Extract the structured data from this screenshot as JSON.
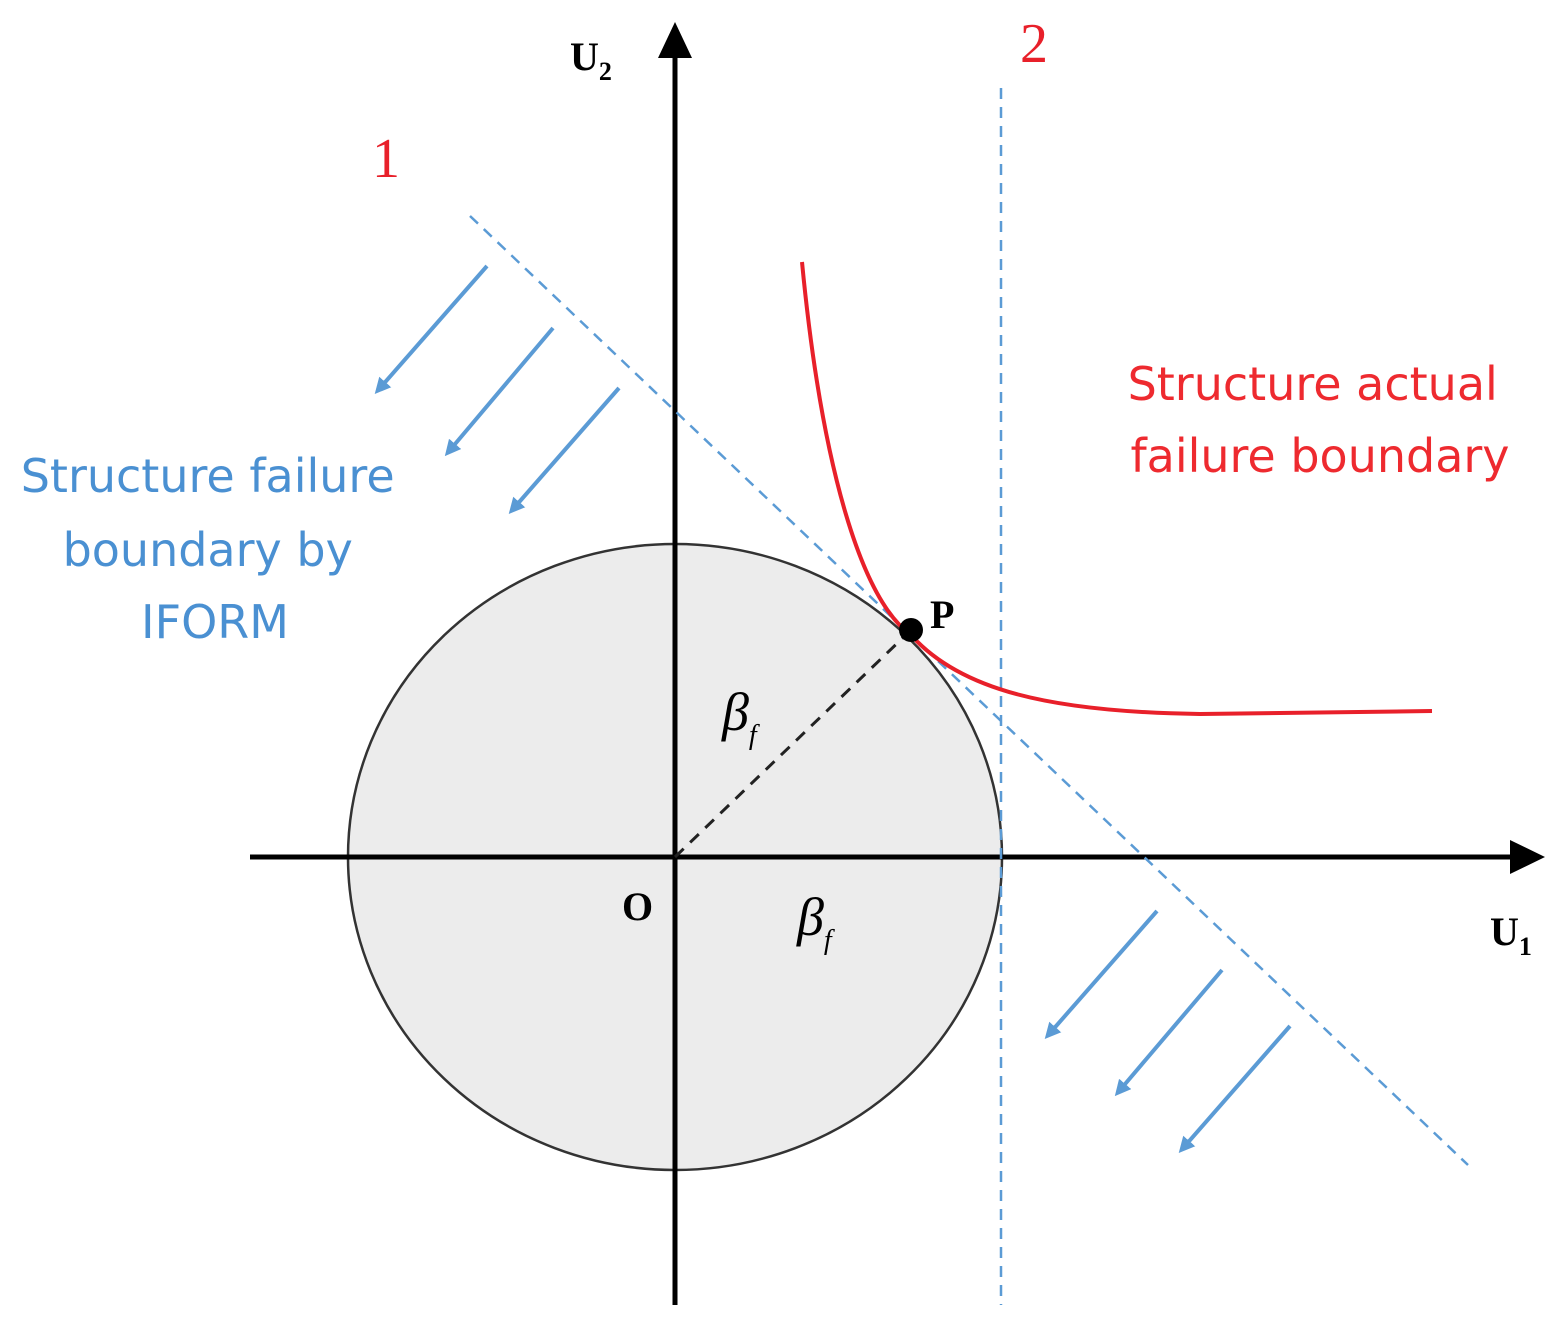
{
  "axes": {
    "x_label": "U",
    "x_subscript": "1",
    "y_label": "U",
    "y_subscript": "2",
    "origin_label": "O"
  },
  "radius_label": {
    "symbol": "β",
    "subscript": "f"
  },
  "design_point_label": "P",
  "boundary_markers": {
    "line1": "1",
    "line2": "2"
  },
  "iform_boundary_label": [
    "Structure failure",
    "boundary by",
    "IFORM"
  ],
  "actual_boundary_label": [
    "Structure actual",
    "failure boundary"
  ],
  "colors": {
    "axes": "#000000",
    "circle_fill": "#ececec",
    "circle_stroke": "#333333",
    "dashed_boundary": "#5b9bd5",
    "arrows": "#5b9bd5",
    "actual_boundary": "#e8202a",
    "iform_text": "#4a90d2",
    "actual_text": "#ee2a2f"
  }
}
